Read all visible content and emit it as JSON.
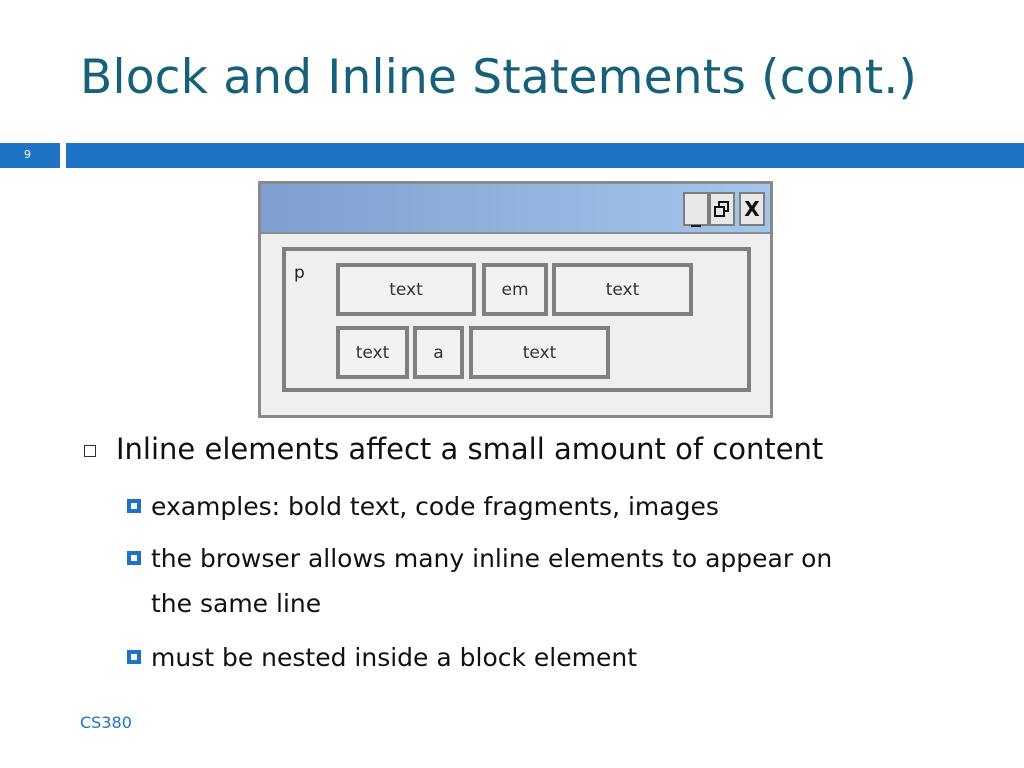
{
  "slide": {
    "title": "Block and Inline Statements (cont.)",
    "number": "9",
    "footer": "CS380",
    "accent_color": "#1f73c6",
    "title_color": "#17607a"
  },
  "figure": {
    "window_buttons": [
      "_",
      "▣",
      "X"
    ],
    "p_label": "p",
    "row1": [
      "text",
      "em",
      "text"
    ],
    "row2": [
      "text",
      "a",
      "text"
    ]
  },
  "bullets": {
    "main": "Inline elements affect a small amount of content",
    "sub": [
      "examples: bold text, code fragments, images",
      "the browser allows many inline elements to appear on",
      "the same line",
      "must be nested inside a block element"
    ]
  }
}
